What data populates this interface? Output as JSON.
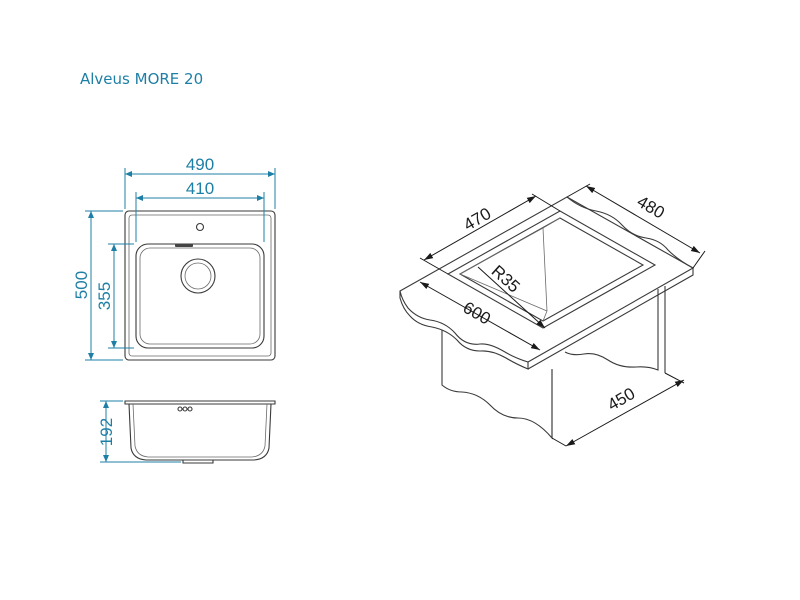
{
  "title": "Alveus MORE 20",
  "colors": {
    "accent": "#1e7fa6",
    "line": "#1a1a1a"
  },
  "front_view": {
    "width_outer": "490",
    "width_inner": "410",
    "height_outer": "500",
    "height_inner": "355"
  },
  "side_view": {
    "depth": "192"
  },
  "install_view": {
    "bowl_width": "470",
    "cabinet_depth": "480",
    "radius": "R35",
    "cabinet_width": "600",
    "cabinet_side": "450"
  }
}
